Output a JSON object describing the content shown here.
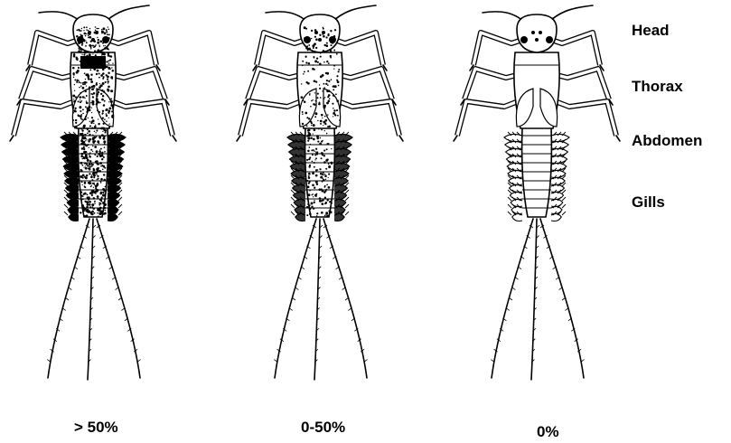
{
  "parts": [
    "Head",
    "Thorax",
    "Abdomen",
    "Gills"
  ],
  "specimens": [
    {
      "id": "heavy",
      "caption": "> 50%",
      "pigment_coverage": 0.75
    },
    {
      "id": "medium",
      "caption": "0-50%",
      "pigment_coverage": 0.35
    },
    {
      "id": "none",
      "caption": "0%",
      "pigment_coverage": 0.0
    }
  ],
  "colors": {
    "ink": "#000000",
    "background": "#ffffff"
  }
}
